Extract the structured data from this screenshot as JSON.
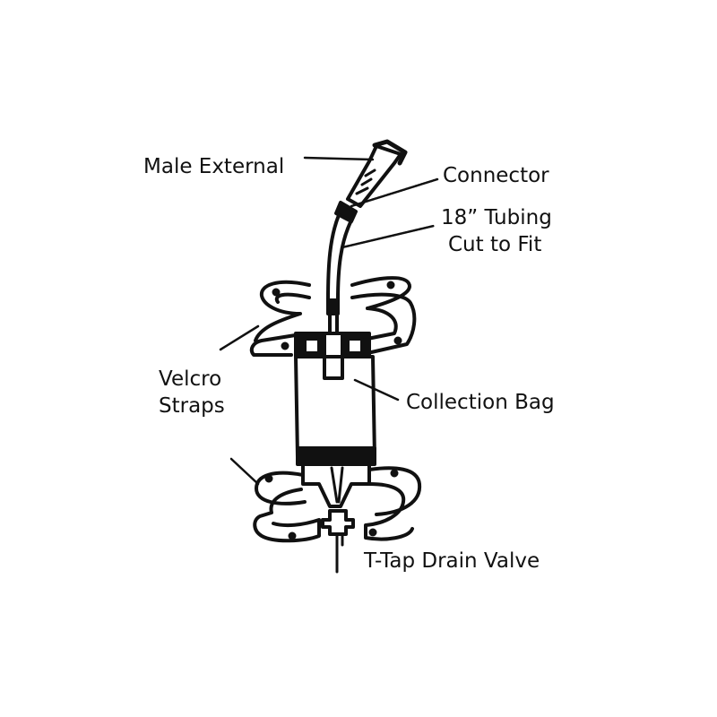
{
  "labels": {
    "male_external": "Male External",
    "connector": "Connector",
    "tubing_line1": "18” Tubing",
    "tubing_line2": "Cut to Fit",
    "velcro_line1": "Velcro",
    "velcro_line2": "Straps",
    "collection_bag": "Collection Bag",
    "drain_valve": "T-Tap Drain Valve"
  },
  "colors": {
    "ink": "#111111",
    "paper": "#ffffff"
  }
}
